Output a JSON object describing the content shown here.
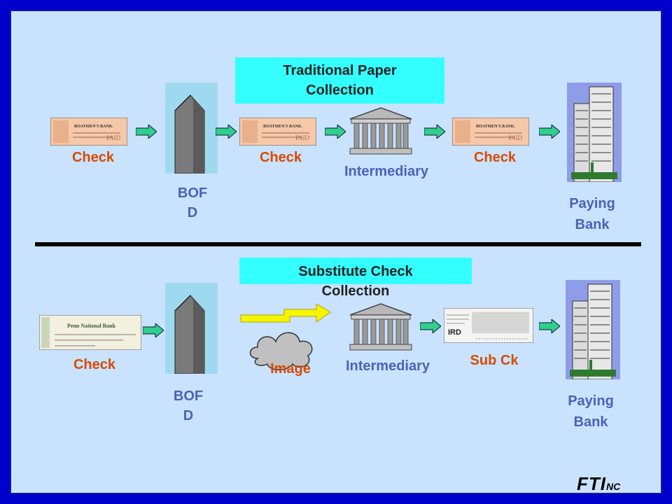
{
  "top": {
    "title": "Traditional Paper\nCollection",
    "labels": {
      "check1": "Check",
      "check2": "Check",
      "check3": "Check",
      "intermediary": "Intermediary",
      "bofd": "BOF\nD",
      "paying_bank": "Paying\nBank"
    },
    "check_text": {
      "bank_name": "BOATMEN'S BANK.",
      "stamp": "PAID"
    }
  },
  "bottom": {
    "title": "Substitute Check\nCollection",
    "labels": {
      "check": "Check",
      "image": "Image",
      "intermediary": "Intermediary",
      "sub_ck": "Sub Ck",
      "bofd": "BOF\nD",
      "paying_bank": "Paying\nBank"
    },
    "check_text": {
      "bank_name": "Penn National Bank",
      "ird": "IRD"
    }
  },
  "logo": {
    "main": "FTI",
    "suffix": "NC"
  },
  "colors": {
    "outer_border": "#0000cc",
    "background": "#c9e3ff",
    "title_box": "#33ffff",
    "check_label": "#d94a00",
    "bank_label": "#4a62b8",
    "arrow": "#2fd08a"
  }
}
